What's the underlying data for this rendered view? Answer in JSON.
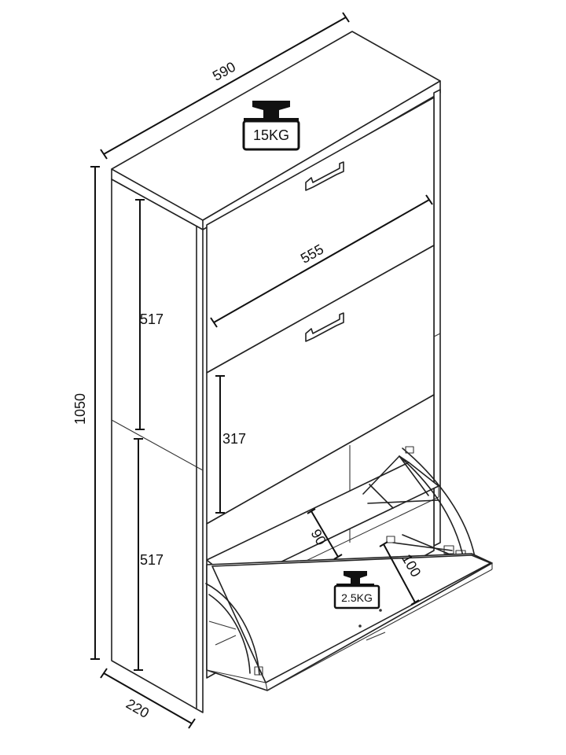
{
  "dimensions": {
    "width_top": "590",
    "height_total": "1050",
    "depth": "220",
    "inner_width": "555",
    "upper_compartment": "517",
    "lower_compartment": "517",
    "flap_height": "317",
    "shelf_depth_a": "90",
    "shelf_depth_b": "100"
  },
  "weights": {
    "top_load": "15KG",
    "flap_load": "2.5KG"
  }
}
